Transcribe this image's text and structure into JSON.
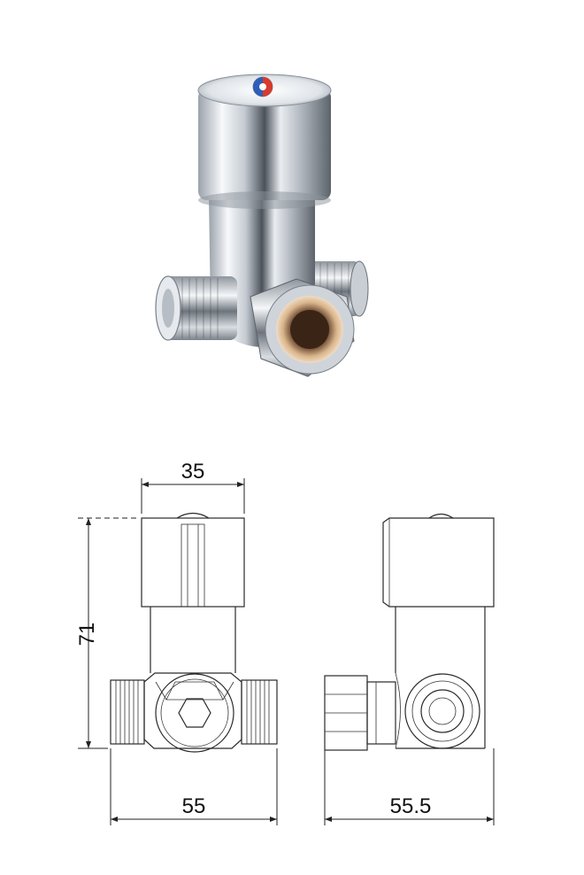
{
  "dimensions": {
    "top_width": "35",
    "height": "71",
    "bottom_width_front": "55",
    "bottom_width_side": "55.5"
  },
  "colors": {
    "line": "#2a2a2a",
    "chrome_light": "#f4f6f8",
    "chrome_dark": "#3a3f46",
    "brass": "#d9b48a",
    "hot": "#d83a2e",
    "cold": "#2d5fb8"
  }
}
